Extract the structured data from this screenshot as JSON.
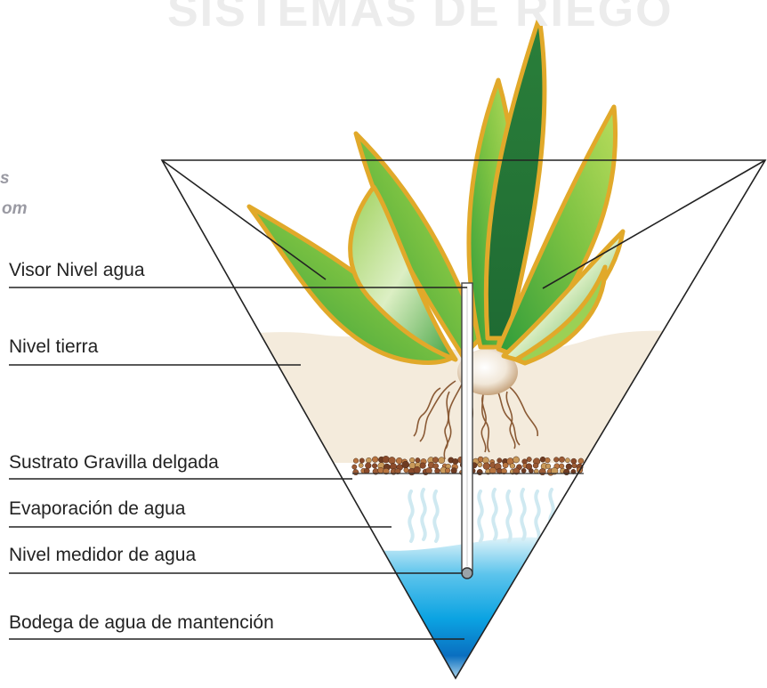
{
  "watermark": {
    "title": "SISTEMAS DE RIEGO",
    "side_line1": "s",
    "side_line2": "om"
  },
  "labels": {
    "visor": "Visor Nivel agua",
    "tierra": "Nivel tierra",
    "sustrato": "Sustrato Gravilla delgada",
    "evaporacion": "Evaporación de agua",
    "medidor": "Nivel medidor de agua",
    "bodega": "Bodega de agua de mantención"
  },
  "colors": {
    "water_top": "#c7ecf6",
    "water_mid": "#0ba3e2",
    "water_deep": "#0a6fc0",
    "soil": "#f4ebdc",
    "leaf_edge": "#e1a92a",
    "leaf_green": "#5fb82e",
    "gravel": "#9b5a34"
  }
}
